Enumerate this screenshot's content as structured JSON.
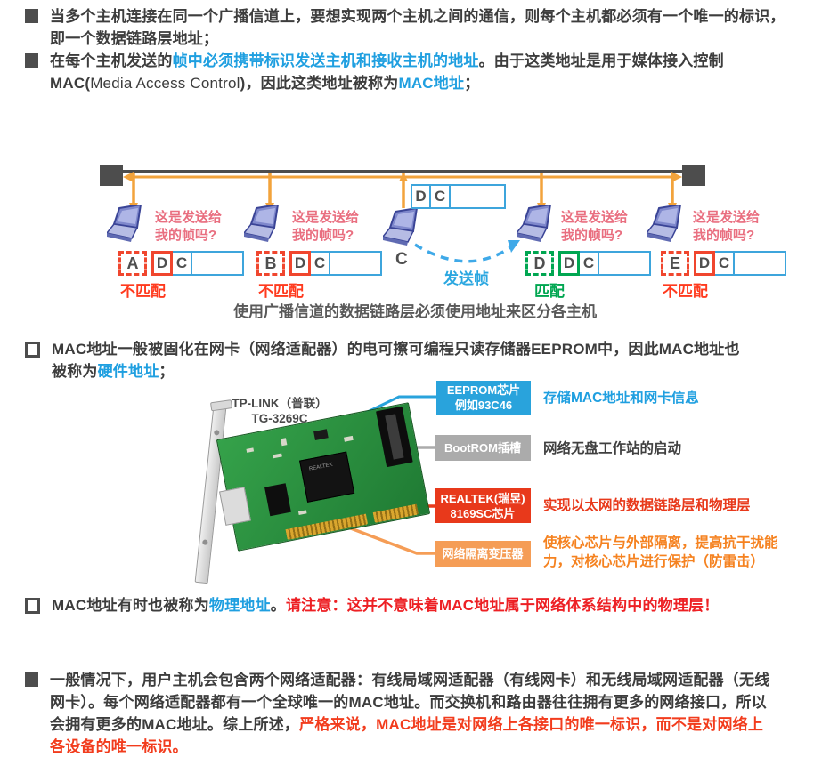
{
  "colors": {
    "dark": "#3d3d3d",
    "blue": "#1f9fe0",
    "red": "#ed2024",
    "red2": "#f23c1d",
    "pink_question": "#e96f80",
    "mismatch_red": "#ff3a1e",
    "match_green": "#00a651",
    "bus_gray": "#4d4d4d",
    "bus_orange": "#f2a33c",
    "frame_blue": "#3da5dc",
    "callout_blue": "#29a3dc",
    "callout_gray": "#ababab",
    "callout_red": "#e8391b",
    "callout_orange": "#f59d56"
  },
  "paragraphs": [
    {
      "bullet": "filled",
      "segments": [
        {
          "t": "当多个主机连接在同一个广播信道上，要想实现两个主机之间的通信，则每个主机都必须有一个唯一的标识，\n即一个数据链路层地址；"
        }
      ]
    },
    {
      "bullet": "filled",
      "segments": [
        {
          "t": "在每个主机发送的"
        },
        {
          "t": "帧中必须携带标识发送主机和接收主机的地址",
          "c": "blue"
        },
        {
          "t": "。由于这类地址是用于媒体接入控制\nMAC("
        },
        {
          "t": "Media Access Control",
          "w": "normal"
        },
        {
          "t": ")，因此这类地址被称为"
        },
        {
          "t": "MAC地址",
          "c": "blue"
        },
        {
          "t": "；"
        }
      ]
    },
    {
      "bullet": "open",
      "segments": [
        {
          "t": "MAC地址一般被固化在网卡（网络适配器）的电可擦可编程只读存储器EEPROM中，因此MAC地址也\n被称为"
        },
        {
          "t": "硬件地址",
          "c": "blue"
        },
        {
          "t": "；"
        }
      ]
    },
    {
      "bullet": "open",
      "segments": [
        {
          "t": "MAC地址有时也被称为"
        },
        {
          "t": "物理地址",
          "c": "blue"
        },
        {
          "t": "。"
        },
        {
          "t": "请注意：这并不意味着MAC地址属于网络体系结构中的物理层！",
          "c": "red"
        }
      ]
    },
    {
      "bullet": "filled",
      "segments": [
        {
          "t": "一般情况下，用户主机会包含两个网络适配器：有线局域网适配器（有线网卡）和无线局域网适配器（无线\n网卡）。每个网络适配器都有一个全球唯一的MAC地址。而交换机和路由器往往拥有更多的网络接口，所以\n会拥有更多的MAC地址。综上所述，"
        },
        {
          "t": "严格来说，MAC地址是对网络上各接口的唯一标识，而不是对网络上\n各设备的唯一标识。",
          "c": "red2"
        }
      ]
    }
  ],
  "diagram": {
    "caption": "使用广播信道的数据链路层必须使用地址来区分各主机",
    "send_label": "发送帧",
    "frame_dest": "D",
    "frame_src": "C",
    "hosts": [
      {
        "letter": "A",
        "question": "这是发送给\n我的帧吗?",
        "verdict": "不匹配"
      },
      {
        "letter": "B",
        "question": "这是发送给\n我的帧吗?",
        "verdict": "不匹配"
      },
      {
        "letter": "C"
      },
      {
        "letter": "D",
        "question": "这是发送给\n我的帧吗?",
        "verdict": "匹配"
      },
      {
        "letter": "E",
        "question": "这是发送给\n我的帧吗?",
        "verdict": "不匹配"
      }
    ]
  },
  "nic": {
    "label": "TP-LINK（普联）\nTG-3269C",
    "chip_text": "REALTEK",
    "callouts": [
      {
        "box": "EEPROM芯片\n例如93C46",
        "desc": "存储MAC地址和网卡信息"
      },
      {
        "box": "BootROM插槽",
        "desc": "网络无盘工作站的启动"
      },
      {
        "box": "REALTEK(瑞昱)\n8169SC芯片",
        "desc": "实现以太网的数据链路层和物理层"
      },
      {
        "box": "网络隔离变压器",
        "desc": "使核心芯片与外部隔离，提高抗干扰能\n力，对核心芯片进行保护（防雷击）"
      }
    ]
  }
}
